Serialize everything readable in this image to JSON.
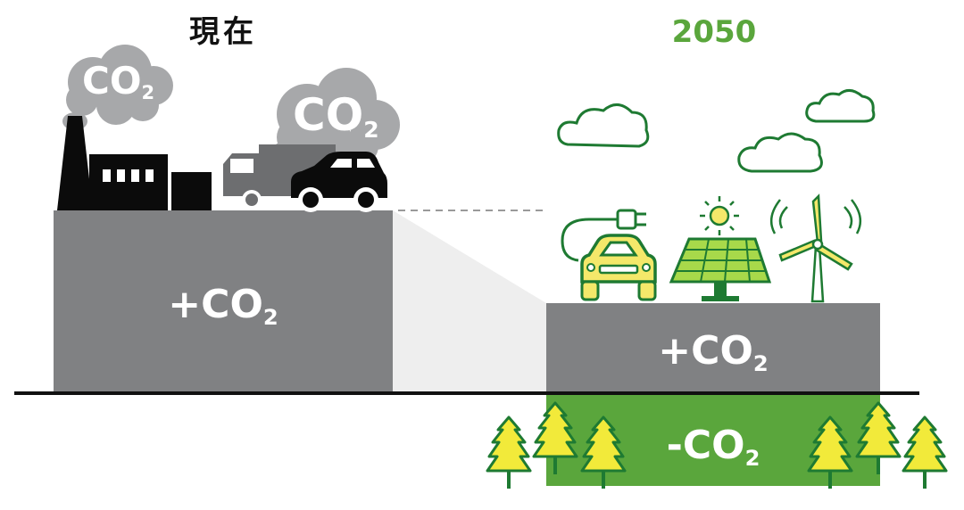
{
  "titles": {
    "now": "現在",
    "future": "2050"
  },
  "labels": {
    "now_plus": {
      "sign": "+",
      "base": "CO",
      "sub": "2"
    },
    "future_plus": {
      "sign": "+",
      "base": "CO",
      "sub": "2"
    },
    "future_minus": {
      "sign": "-",
      "base": "CO",
      "sub": "2"
    }
  },
  "smoke_clouds": [
    {
      "base": "CO",
      "sub": "2"
    },
    {
      "base": "CO",
      "sub": "2"
    }
  ],
  "colors": {
    "title_now": "#111111",
    "title_future": "#5aa63c",
    "emission_block": "#808183",
    "absorption_block": "#5aa63c",
    "ground_line": "#111111",
    "cloud_gray": "#a7a8aa",
    "icon_dark": "#0b0b0b",
    "truck_gray": "#6d6e70",
    "line_green": "#1e7a32",
    "accent_yellow": "#f4e86a",
    "tree_yellow": "#f2ea3a"
  },
  "icons": [
    "factory-icon",
    "truck-icon",
    "car-icon",
    "electric-car-icon",
    "plug-icon",
    "solar-panel-icon",
    "sun-icon",
    "wind-turbine-icon",
    "cloud-icon",
    "tree-icon"
  ]
}
